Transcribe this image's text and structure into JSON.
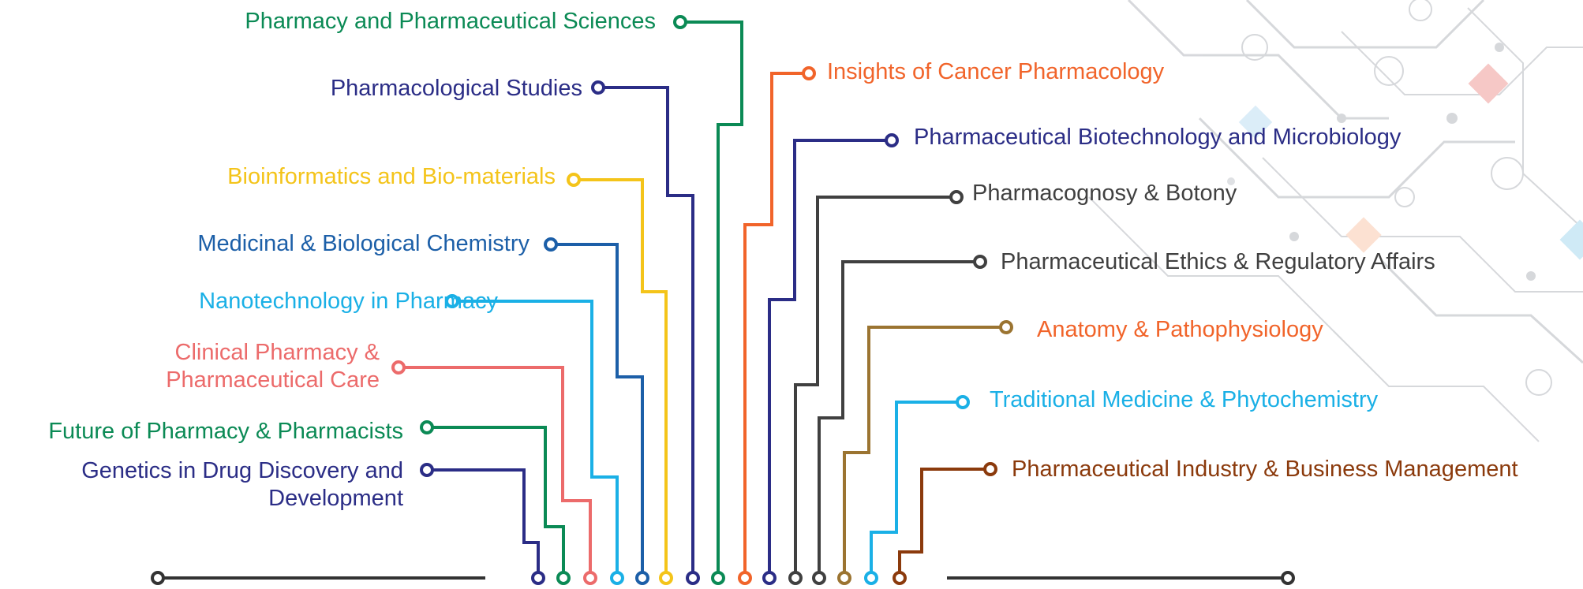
{
  "diagram": {
    "left_branches": [
      {
        "label_lines": [
          "Pharmacy and Pharmaceutical Sciences"
        ],
        "color": "#0b8a55"
      },
      {
        "label_lines": [
          "Pharmacological Studies"
        ],
        "color": "#2b2d86"
      },
      {
        "label_lines": [
          "Bioinformatics and Bio-materials"
        ],
        "color": "#f4c41a"
      },
      {
        "label_lines": [
          "Medicinal & Biological Chemistry"
        ],
        "color": "#1c5fa8"
      },
      {
        "label_lines": [
          "Nanotechnology in Pharmacy"
        ],
        "color": "#1ab0e6"
      },
      {
        "label_lines": [
          "Clinical Pharmacy &",
          "Pharmaceutical Care"
        ],
        "color": "#ec6b6b"
      },
      {
        "label_lines": [
          "Future of Pharmacy & Pharmacists"
        ],
        "color": "#0b8a55"
      },
      {
        "label_lines": [
          "Genetics in Drug Discovery and",
          "Development"
        ],
        "color": "#2b2d86"
      }
    ],
    "right_branches": [
      {
        "label": "Insights of Cancer Pharmacology",
        "color": "#f1642a"
      },
      {
        "label": "Pharmaceutical Biotechnology and Microbiology",
        "color": "#2b2d86"
      },
      {
        "label": "Pharmacognosy & Botony",
        "color": "#404040"
      },
      {
        "label": "Pharmaceutical Ethics & Regulatory Affairs",
        "color": "#404040"
      },
      {
        "label": "Anatomy & Pathophysiology",
        "color": "#f1642a",
        "line_color": "#9b7431"
      },
      {
        "label": "Traditional Medicine & Phytochemistry",
        "color": "#1ab0e6"
      },
      {
        "label": "Pharmaceutical Industry & Business Management",
        "color": "#8b3a0c"
      }
    ],
    "baseline_color": "#333333"
  }
}
